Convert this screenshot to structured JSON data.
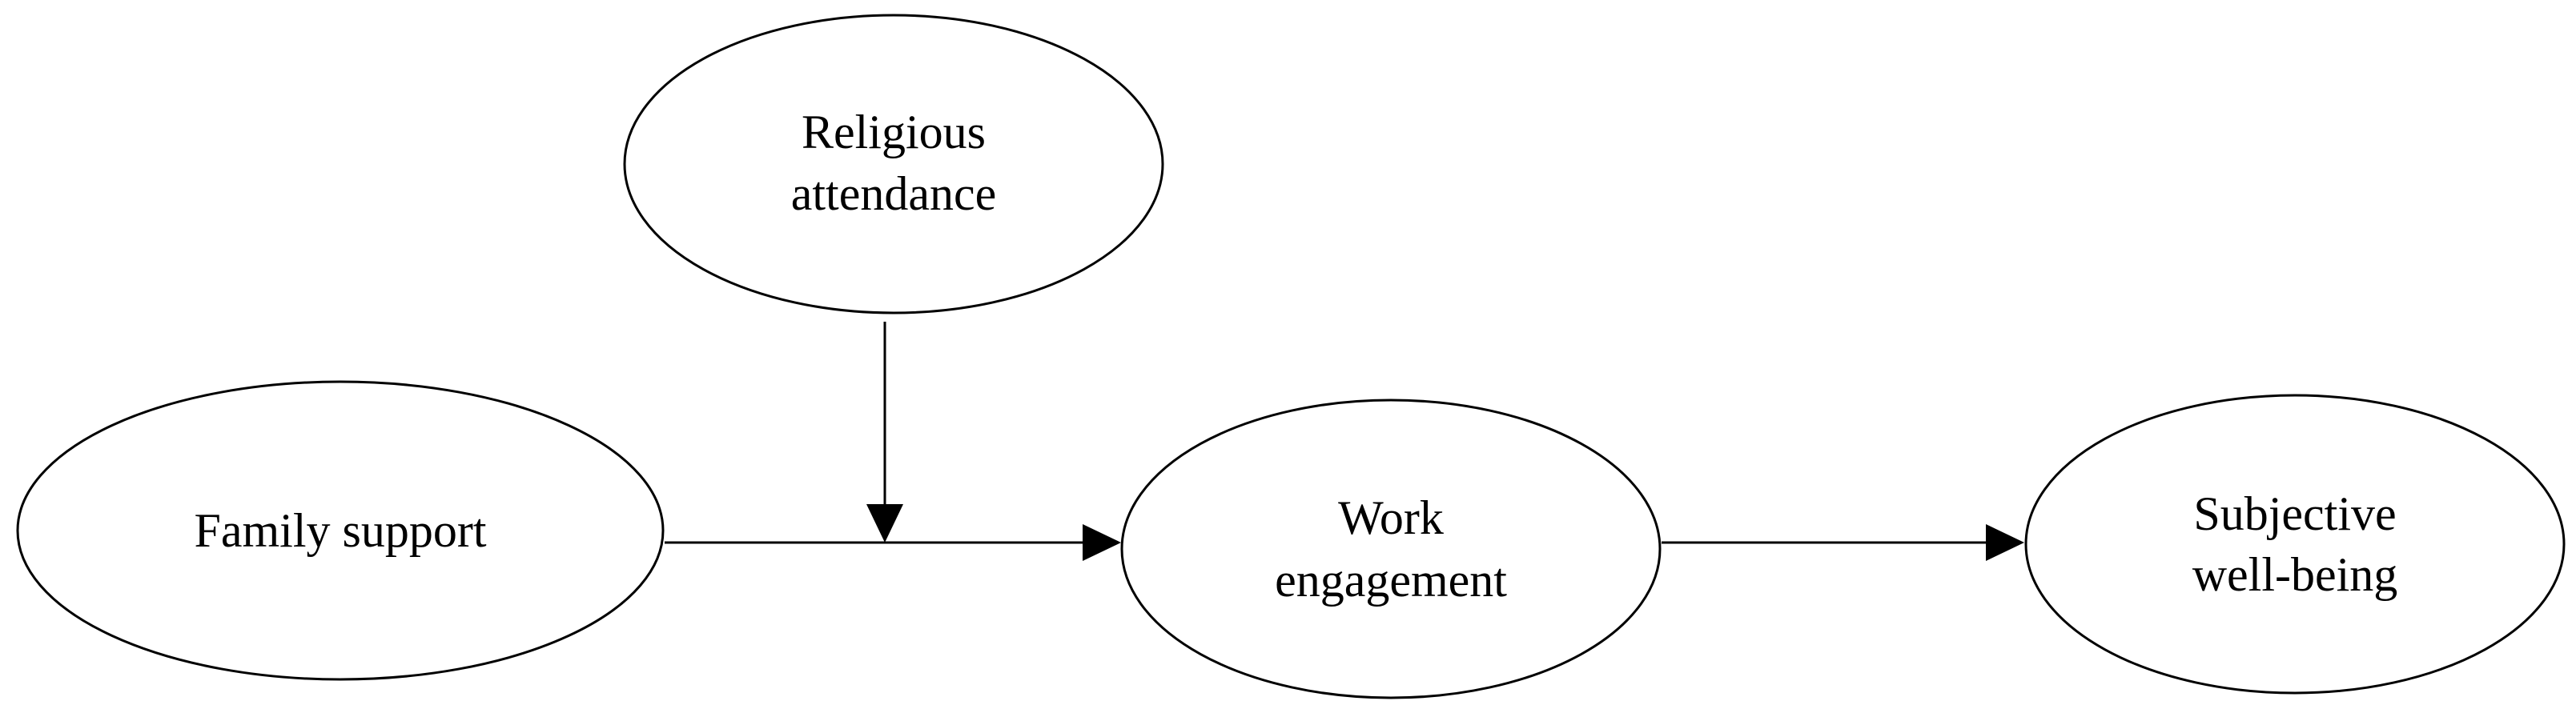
{
  "diagram": {
    "nodes": {
      "religious_attendance": {
        "line1": "Religious",
        "line2": "attendance"
      },
      "family_support": {
        "line1": "Family support"
      },
      "work_engagement": {
        "line1": "Work",
        "line2": "engagement"
      },
      "subjective_well_being": {
        "line1": "Subjective",
        "line2": "well-being"
      }
    },
    "edges": [
      {
        "from": "Family support",
        "to": "Work engagement"
      },
      {
        "from": "Religious attendance",
        "to": "Family support → Work engagement path (moderation)"
      },
      {
        "from": "Work engagement",
        "to": "Subjective well-being"
      }
    ],
    "colors": {
      "stroke": "#000000",
      "fill": "#ffffff",
      "background": "#ffffff"
    }
  }
}
